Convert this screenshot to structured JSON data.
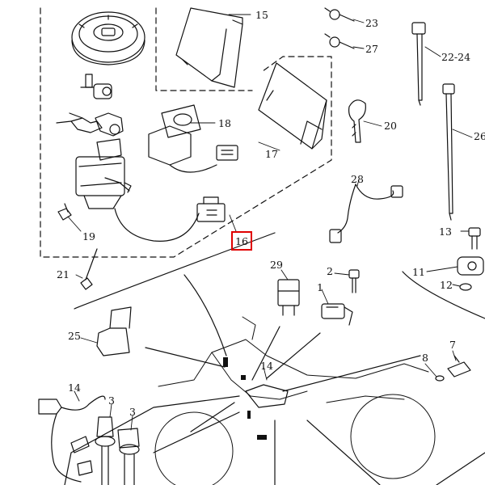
{
  "diagram": {
    "type": "exploded-parts-diagram",
    "highlight_color": "#e00000",
    "highlighted_part": "16",
    "parts": {
      "p1": "1",
      "p2": "2",
      "p3a": "3",
      "p3b": "3",
      "p7": "7",
      "p8": "8",
      "p11": "11",
      "p12": "12",
      "p13": "13",
      "p14a": "14",
      "p14b": "14",
      "p15": "15",
      "p16": "16",
      "p17": "17",
      "p18": "18",
      "p19": "19",
      "p20": "20",
      "p21": "21",
      "p22_24": "22-24",
      "p23": "23",
      "p25": "25",
      "p26": "26",
      "p27": "27",
      "p28": "28",
      "p29": "29"
    }
  }
}
